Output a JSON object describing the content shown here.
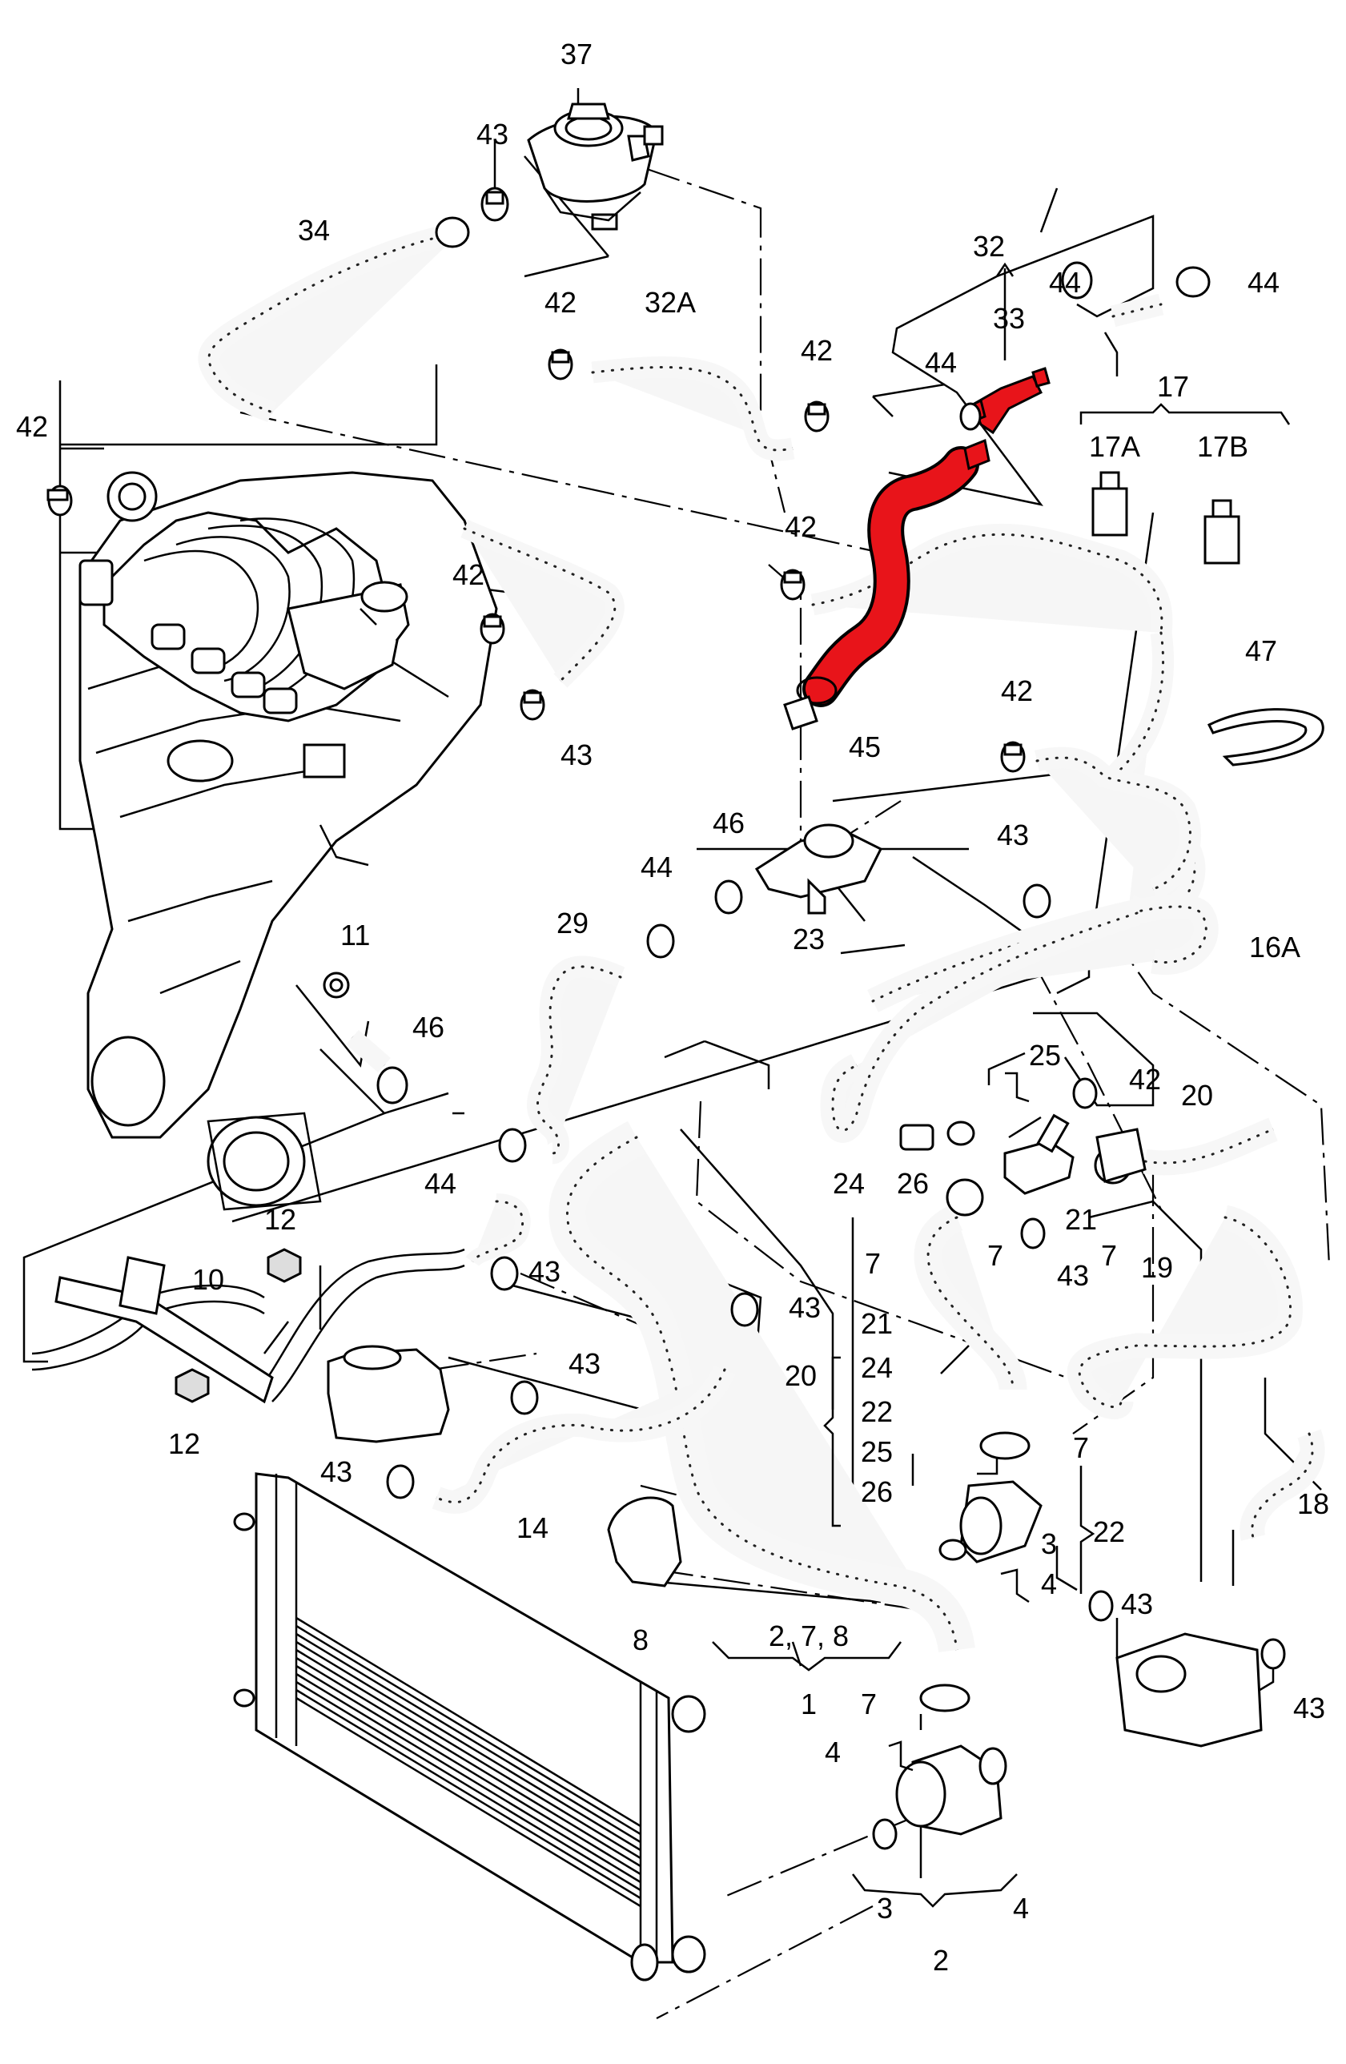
{
  "diagram": {
    "highlight_color": "#e8141a",
    "callouts": {
      "c37": "37",
      "c43a": "43",
      "c34": "34",
      "c32": "32",
      "c44a": "44",
      "c44b": "44",
      "c42a": "42",
      "c32A": "32A",
      "c42b": "42",
      "c33": "33",
      "c44c": "44",
      "c17": "17",
      "c42c": "42",
      "c17A": "17A",
      "c17B": "17B",
      "c42d": "42",
      "c42e": "42",
      "c47": "47",
      "c43b": "43",
      "c42f": "42",
      "c45": "45",
      "c46a": "46",
      "c43c": "43",
      "c44d": "44",
      "c29": "29",
      "c11": "11",
      "c23": "23",
      "c16A": "16A",
      "c46b": "46",
      "c25": "25",
      "c42g": "42",
      "c20a": "20",
      "c24a": "24",
      "c26a": "26",
      "c21a": "21",
      "c44e": "44",
      "c12a": "12",
      "c7a": "7",
      "c7b": "7",
      "c7c": "7",
      "c43d": "43",
      "c10": "10",
      "c43e": "43",
      "c19": "19",
      "c43f": "43",
      "c21b": "21",
      "c20b": "20",
      "c24b": "24",
      "c22a": "22",
      "c43g": "43",
      "c25b": "25",
      "c26b": "26",
      "c12b": "12",
      "c7d": "7",
      "c18": "18",
      "c43h": "43",
      "c14": "14",
      "c22b": "22",
      "c3a": "3",
      "c4a": "4",
      "c8": "8",
      "c43i": "43",
      "c278": "2,  7,  8",
      "c1": "1",
      "c43j": "43",
      "c7e": "7",
      "c4b": "4",
      "c3b": "3",
      "c4c": "4",
      "c2": "2"
    }
  }
}
